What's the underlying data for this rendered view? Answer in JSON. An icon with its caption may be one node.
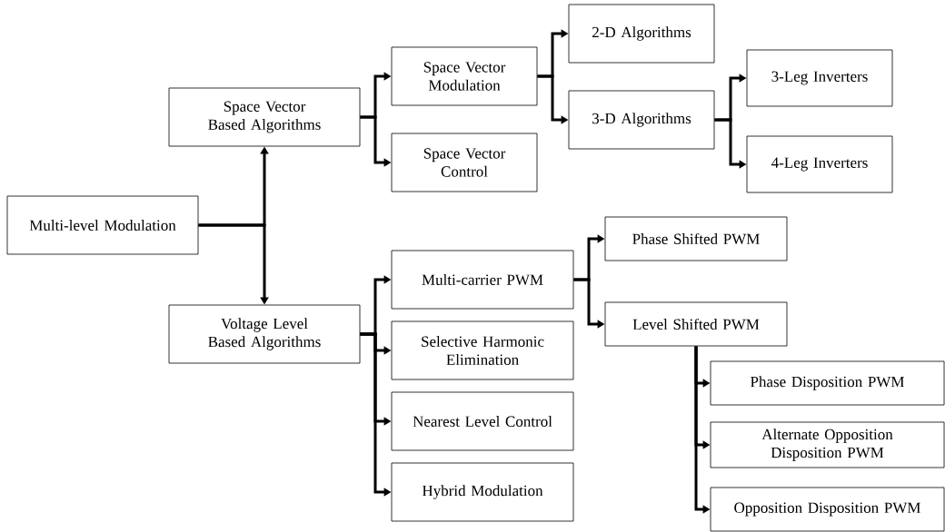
{
  "diagram": {
    "nodes": [
      {
        "text": [
          "Multi-level Modulation"
        ]
      },
      {
        "text": [
          "Space Vector Based Algorithms"
        ]
      },
      {
        "text": [
          "Voltage Level Based Algorithms"
        ]
      },
      {
        "text": [
          "Space Vector Modulation"
        ]
      },
      {
        "text": [
          "Space Vector Control"
        ]
      },
      {
        "text": [
          "2-D Algorithms"
        ]
      },
      {
        "text": [
          "3-D Algorithms"
        ]
      },
      {
        "text": [
          "3-Leg Inverters"
        ]
      },
      {
        "text": [
          "4-Leg Inverters"
        ]
      },
      {
        "text": [
          "Multi-carrier PWM"
        ]
      },
      {
        "text": [
          "Selective Harmonic Elimination"
        ]
      },
      {
        "text": [
          "Nearest Level Control"
        ]
      },
      {
        "text": [
          "Hybrid Modulation"
        ]
      },
      {
        "text": [
          "Phase Shifted PWM"
        ]
      },
      {
        "text": [
          "Level Shifted PWM"
        ]
      },
      {
        "text": [
          "Phase Disposition PWM"
        ]
      },
      {
        "text": [
          "Alternate Opposition Disposition PWM"
        ]
      },
      {
        "text": [
          "Opposition Disposition PWM"
        ]
      }
    ],
    "edges": [
      {
        "from": 0,
        "to": 1,
        "arrow": "to"
      },
      {
        "from": 0,
        "to": 2,
        "arrow": "to"
      },
      {
        "from": 1,
        "to": 3,
        "arrow": "to"
      },
      {
        "from": 1,
        "to": 4,
        "arrow": "to"
      },
      {
        "from": 3,
        "to": 5,
        "arrow": "to"
      },
      {
        "from": 3,
        "to": 6,
        "arrow": "to"
      },
      {
        "from": 6,
        "to": 7,
        "arrow": "to"
      },
      {
        "from": 6,
        "to": 8,
        "arrow": "to"
      },
      {
        "from": 2,
        "to": 9,
        "arrow": "to"
      },
      {
        "from": 2,
        "to": 10,
        "arrow": "to"
      },
      {
        "from": 2,
        "to": 11,
        "arrow": "to"
      },
      {
        "from": 2,
        "to": 12,
        "arrow": "to"
      },
      {
        "from": 9,
        "to": 13,
        "arrow": "to"
      },
      {
        "from": 9,
        "to": 14,
        "arrow": "to"
      },
      {
        "from": 14,
        "to": 15,
        "arrow": "to"
      },
      {
        "from": 14,
        "to": 16,
        "arrow": "to"
      },
      {
        "from": 14,
        "to": 17,
        "arrow": "to"
      }
    ]
  }
}
